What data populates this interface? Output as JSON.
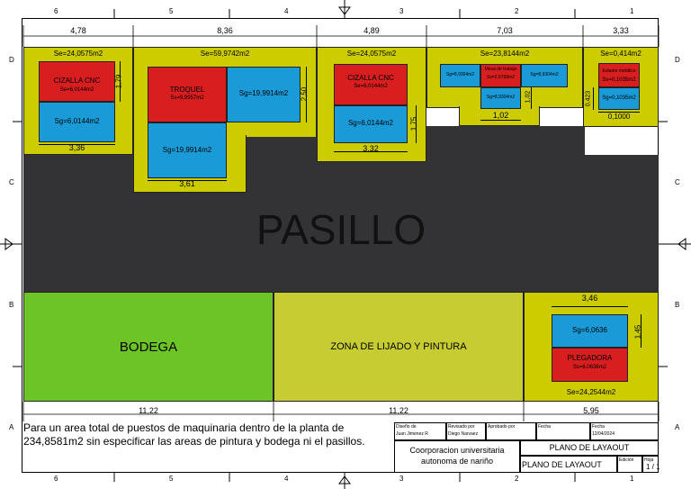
{
  "grid": {
    "columns": [
      "6",
      "5",
      "4",
      "3",
      "2",
      "1"
    ],
    "rows": [
      "D",
      "C",
      "B",
      "A"
    ]
  },
  "top_dims": [
    "4,78",
    "8,36",
    "4,89",
    "7,03",
    "3,33"
  ],
  "zones": {
    "z1": {
      "se": "Se=24,0575m2",
      "machine": "CIZALLA CNC",
      "machine_s": "Se=6,0144m2",
      "sg": "Sg=6,0144m2",
      "dim_w": "3,36",
      "dim_h": "1,79"
    },
    "z2": {
      "se": "Se=59,9742m2",
      "machine": "TROQUEL",
      "machine_s": "Ss=9,9957m2",
      "sg_right": "Sg=19,9914m2",
      "sg_bottom": "Sg=19,9914m2",
      "dim_w": "3,61",
      "dim_h": "2,50"
    },
    "z3": {
      "se": "Se=24,0575m2",
      "machine": "CIZALLA CNC",
      "machine_s": "Se=6,0144m2",
      "sg": "Sg=6,0144m2",
      "dim_w": "3,32",
      "dim_h": "1,75"
    },
    "z4": {
      "se": "Se=23,8144m2",
      "machine": "Mesa de trabajo",
      "machine_s": "Ss=2,9768m2",
      "sg_left": "Sg=8,9304m2",
      "sg_right": "Sg=8,9304m2",
      "sg_bottom": "Sg=8,9304m2",
      "dim_w": "1,02",
      "dim_h": "1,02"
    },
    "z5": {
      "se": "Se=0,414m2",
      "machine": "Estante metálico",
      "machine_s": "Ss=0,1035m2",
      "sg_right": "Sg=0,1035m2",
      "dim_w": "0,1000",
      "dim_h": "0,423"
    }
  },
  "pasillo": "PASILLO",
  "bodega": {
    "label": "BODEGA",
    "dim": "11,22"
  },
  "lijado": {
    "label": "ZONA DE LIJADO Y PINTURA",
    "dim": "11,22"
  },
  "plegadora": {
    "sg": "Sg=6,0636",
    "machine": "PLEGADORA",
    "machine_s": "Ss=6,0636m2",
    "se": "Se=24,2544m2",
    "dim_w": "3,46",
    "dim_h": "1,45",
    "dim_bottom": "5,95"
  },
  "note": "Para un area total de puestos de maquinaria dentro de la planta de 234,8581m2 sin especificar las areas de pintura y bodega ni el pasillos.",
  "title_block": {
    "designed_label": "Diseño de",
    "designed_by": "Juan Jimenez R",
    "reviewed_label": "Revisado por",
    "reviewed_by": "Diego Narvaez",
    "approved_label": "Aprobado por",
    "date_label": "Fecha",
    "date_label2": "Fecha",
    "date": "12/04/2024",
    "org_line1": "Coorporacion universitaria",
    "org_line2": "autonoma de nariño",
    "title": "PLANO DE LAYAOUT",
    "subtitle": "PLANO DE LAYAOUT",
    "edition_label": "Edición",
    "sheet_label": "Hoja",
    "sheet": "1 / 1"
  },
  "colors": {
    "yellow": "#cccc00",
    "dark": "#333336",
    "red": "#d81e1e",
    "blue": "#1a9bd7",
    "green": "#6cc427",
    "olive": "#c8cc33"
  }
}
